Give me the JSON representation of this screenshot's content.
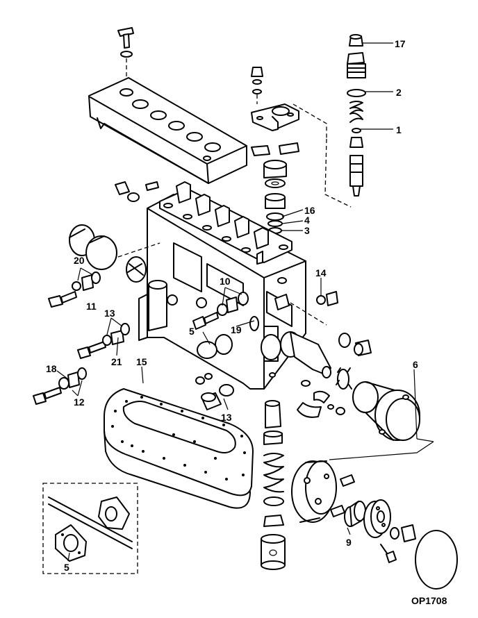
{
  "drawing_code": "OP1708",
  "callouts": {
    "c1": "1",
    "c2": "2",
    "c3": "3",
    "c4": "4",
    "c5a": "5",
    "c5b": "5",
    "c6": "6",
    "c9": "9",
    "c10": "10",
    "c11": "11",
    "c12": "12",
    "c13a": "13",
    "c13b": "13",
    "c14": "14",
    "c15": "15",
    "c16": "16",
    "c17": "17",
    "c18": "18",
    "c19": "19",
    "c20": "20",
    "c21": "21"
  }
}
